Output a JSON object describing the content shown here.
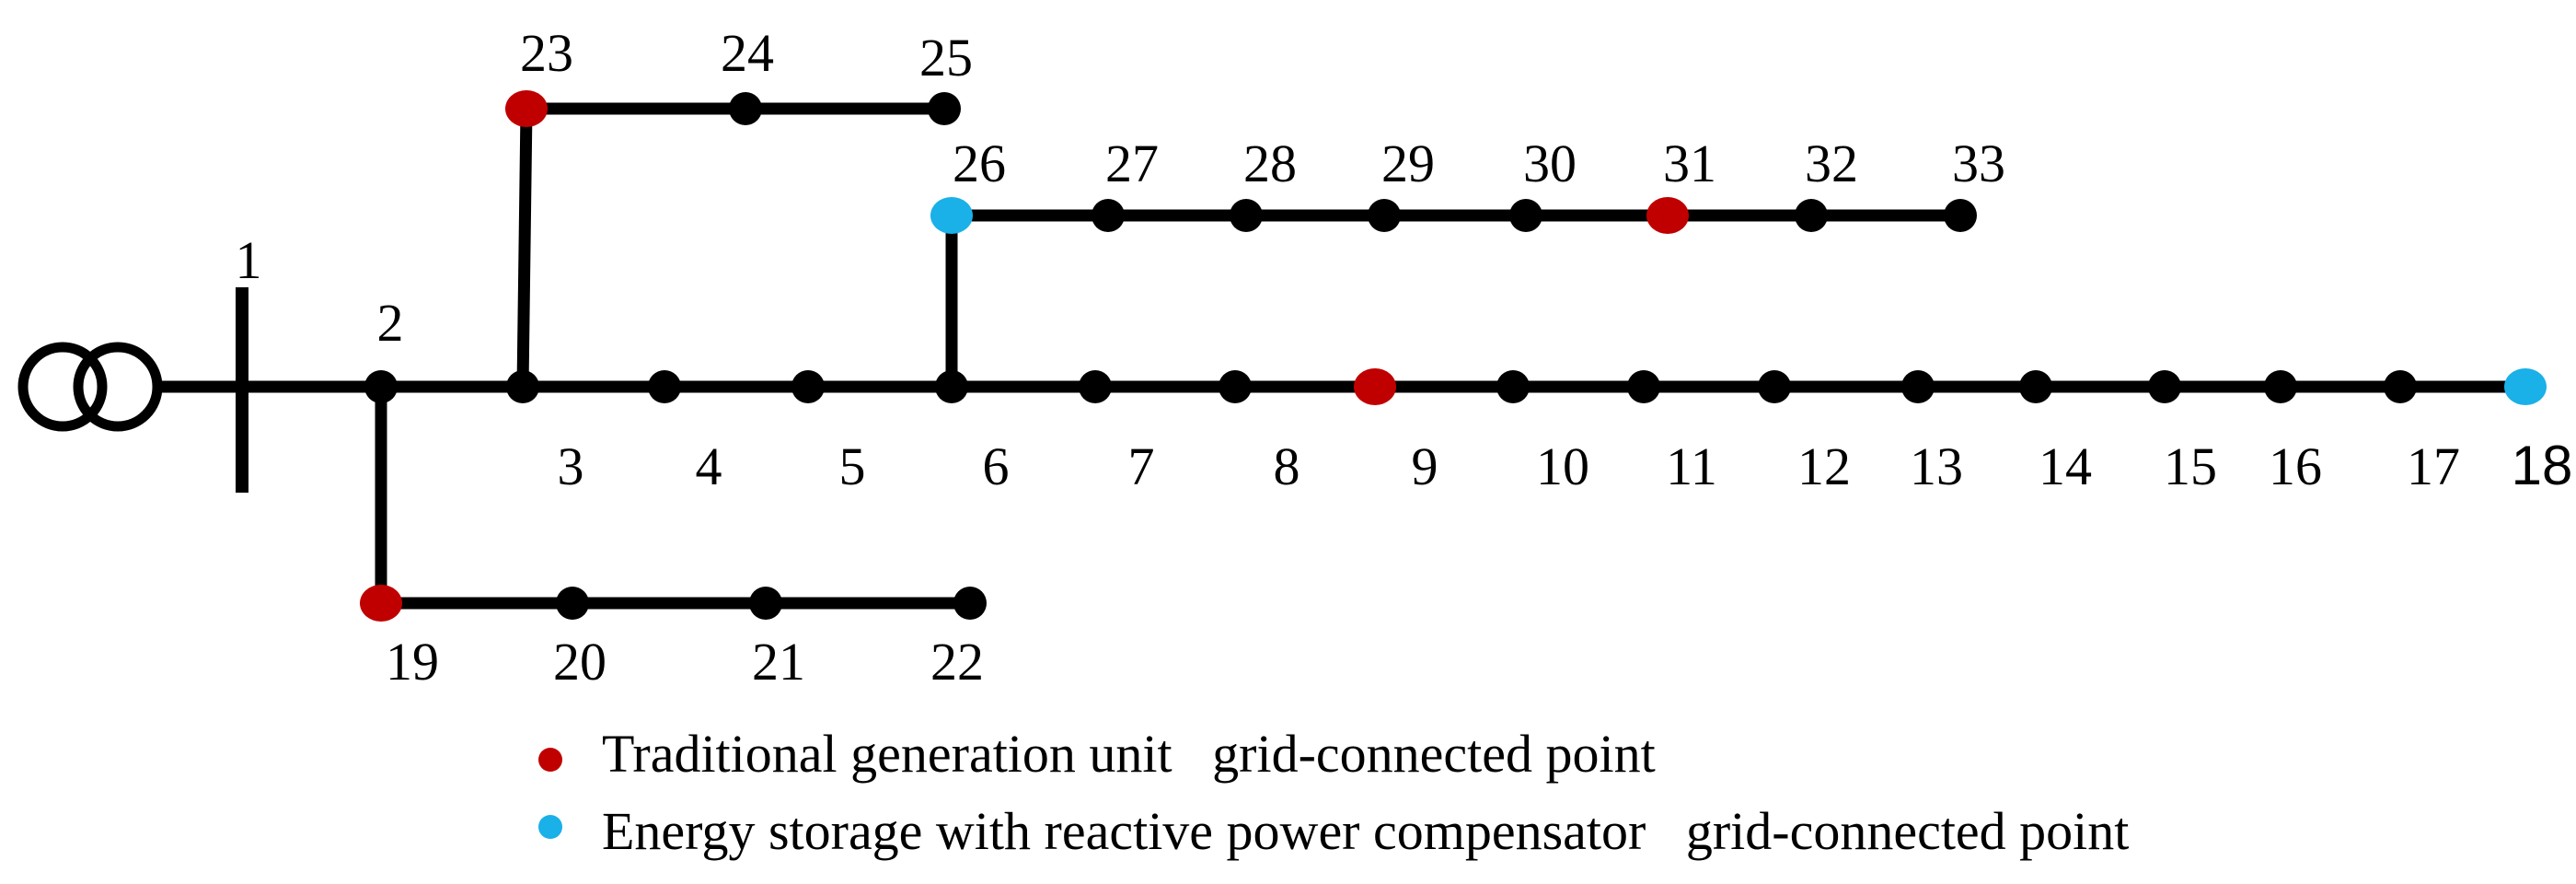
{
  "diagram": {
    "colors": {
      "line": "#000000",
      "normal_node": "#000000",
      "generation_node": "#c00000",
      "storage_node": "#1ab0e8",
      "background": "#ffffff"
    },
    "source_icon": "transformer-icon",
    "busbar_label": "1",
    "nodes": [
      {
        "id": "2",
        "type": "normal"
      },
      {
        "id": "3",
        "type": "normal"
      },
      {
        "id": "4",
        "type": "normal"
      },
      {
        "id": "5",
        "type": "normal"
      },
      {
        "id": "6",
        "type": "normal"
      },
      {
        "id": "7",
        "type": "normal"
      },
      {
        "id": "8",
        "type": "normal"
      },
      {
        "id": "9",
        "type": "generation"
      },
      {
        "id": "10",
        "type": "normal"
      },
      {
        "id": "11",
        "type": "normal"
      },
      {
        "id": "12",
        "type": "normal"
      },
      {
        "id": "13",
        "type": "normal"
      },
      {
        "id": "14",
        "type": "normal"
      },
      {
        "id": "15",
        "type": "normal"
      },
      {
        "id": "16",
        "type": "normal"
      },
      {
        "id": "17",
        "type": "normal"
      },
      {
        "id": "18",
        "type": "storage"
      },
      {
        "id": "19",
        "type": "generation"
      },
      {
        "id": "20",
        "type": "normal"
      },
      {
        "id": "21",
        "type": "normal"
      },
      {
        "id": "22",
        "type": "normal"
      },
      {
        "id": "23",
        "type": "generation"
      },
      {
        "id": "24",
        "type": "normal"
      },
      {
        "id": "25",
        "type": "normal"
      },
      {
        "id": "26",
        "type": "storage"
      },
      {
        "id": "27",
        "type": "normal"
      },
      {
        "id": "28",
        "type": "normal"
      },
      {
        "id": "29",
        "type": "normal"
      },
      {
        "id": "30",
        "type": "normal"
      },
      {
        "id": "31",
        "type": "generation"
      },
      {
        "id": "32",
        "type": "normal"
      },
      {
        "id": "33",
        "type": "normal"
      }
    ],
    "edges": [
      [
        "2",
        "3"
      ],
      [
        "3",
        "4"
      ],
      [
        "4",
        "5"
      ],
      [
        "5",
        "6"
      ],
      [
        "6",
        "7"
      ],
      [
        "7",
        "8"
      ],
      [
        "8",
        "9"
      ],
      [
        "9",
        "10"
      ],
      [
        "10",
        "11"
      ],
      [
        "11",
        "12"
      ],
      [
        "12",
        "13"
      ],
      [
        "13",
        "14"
      ],
      [
        "14",
        "15"
      ],
      [
        "15",
        "16"
      ],
      [
        "16",
        "17"
      ],
      [
        "17",
        "18"
      ],
      [
        "2",
        "19"
      ],
      [
        "19",
        "20"
      ],
      [
        "20",
        "21"
      ],
      [
        "21",
        "22"
      ],
      [
        "3",
        "23"
      ],
      [
        "23",
        "24"
      ],
      [
        "24",
        "25"
      ],
      [
        "6",
        "26"
      ],
      [
        "26",
        "27"
      ],
      [
        "27",
        "28"
      ],
      [
        "28",
        "29"
      ],
      [
        "29",
        "30"
      ],
      [
        "30",
        "31"
      ],
      [
        "31",
        "32"
      ],
      [
        "32",
        "33"
      ]
    ]
  },
  "legend": {
    "items": [
      {
        "marker": "generation",
        "text": "Traditional generation unit   grid-connected point"
      },
      {
        "marker": "storage",
        "text": "Energy storage with reactive power compensator   grid-connected point"
      }
    ]
  }
}
